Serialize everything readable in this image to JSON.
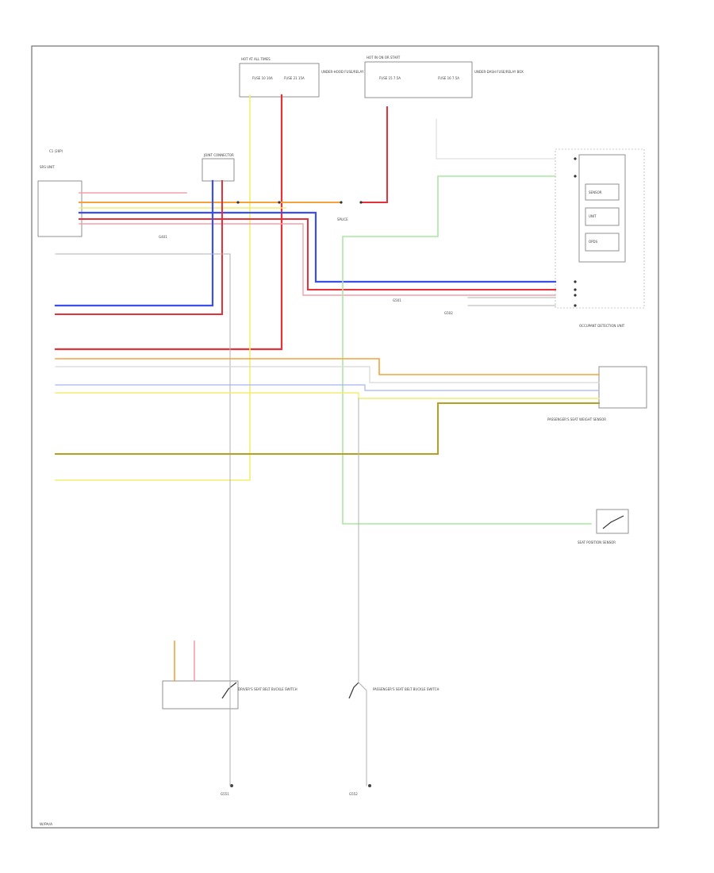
{
  "diagram": {
    "footer_code": "W/PA/A",
    "wire_colors": {
      "red": "#e8303a",
      "pink": "#f4a0a8",
      "orange": "#f5a23c",
      "blue": "#3a4ff0",
      "light_blue": "#a8b4f8",
      "yellow": "#f2ee70",
      "light_green": "#a8e8a0",
      "olive": "#b5a020",
      "grey": "#b0b0b0",
      "light_grey": "#d8d8d8"
    },
    "labels": {
      "fuse_box_a_header": "HOT AT ALL TIMES",
      "fuse_box_a_fuse1": "FUSE 10 10A",
      "fuse_box_a_fuse2": "FUSE 21 15A",
      "fuse_box_a_name": "UNDER-HOOD FUSE/RELAY BOX",
      "fuse_box_b_header": "HOT IN ON OR START",
      "fuse_box_b_fuse1": "FUSE 15 7.5A",
      "fuse_box_b_fuse2": "FUSE 16 7.5A",
      "fuse_box_b_name": "UNDER-DASH FUSE/RELAY BOX",
      "ecm_name": "SRS UNIT",
      "ecm_conn_top": "C1 (26P)",
      "joint_connector": "JOINT CONNECTOR",
      "ground_top": "G401",
      "splice": "SPLICE",
      "ground_mid": "G501",
      "ground_right": "G502",
      "odb_name": "OCCUPANT DETECTION UNIT",
      "odb_block1": "SENSOR",
      "odb_block2": "UNIT",
      "odb_block3": "OPDS",
      "seat_sensor_name": "PASSENGER'S SEAT WEIGHT SENSOR",
      "buckle_switch_name": "PASSENGER'S SEAT BELT BUCKLE SWITCH",
      "driver_buckle_name": "DRIVER'S SEAT BELT BUCKLE SWITCH",
      "driver_ground": "G551",
      "passenger_buckle_name": "PASSENGER'S SEAT BELT BUCKLE SWITCH",
      "passenger_ground": "G552",
      "tension_sensor_name": "SEAT POSITION SENSOR"
    }
  }
}
